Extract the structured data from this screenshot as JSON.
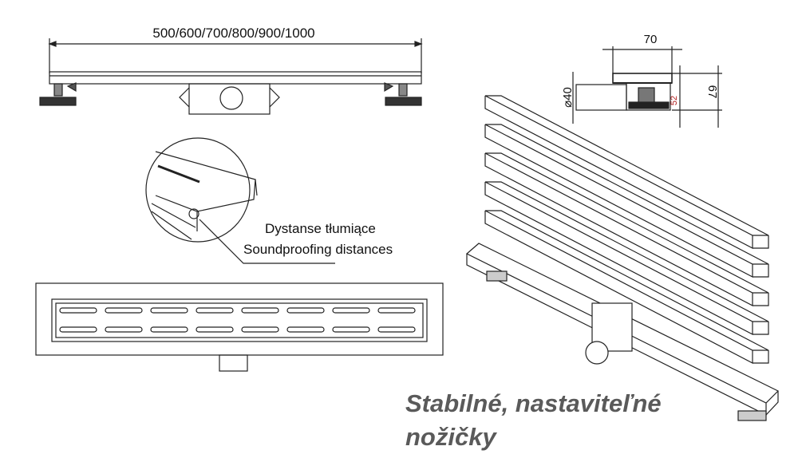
{
  "dimensions": {
    "length_label": "500/600/700/800/900/1000",
    "width_label": "70",
    "pipe_diameter_label": "⌀40",
    "min_height_label": "52",
    "max_height_label": "67",
    "min_height_color": "#b22222"
  },
  "callout": {
    "line1": "Dystanse tłumiące",
    "line2": "Soundproofing distances"
  },
  "caption": {
    "line1": "Stabilné, nastaviteľné",
    "line2": "nožičky"
  }
}
